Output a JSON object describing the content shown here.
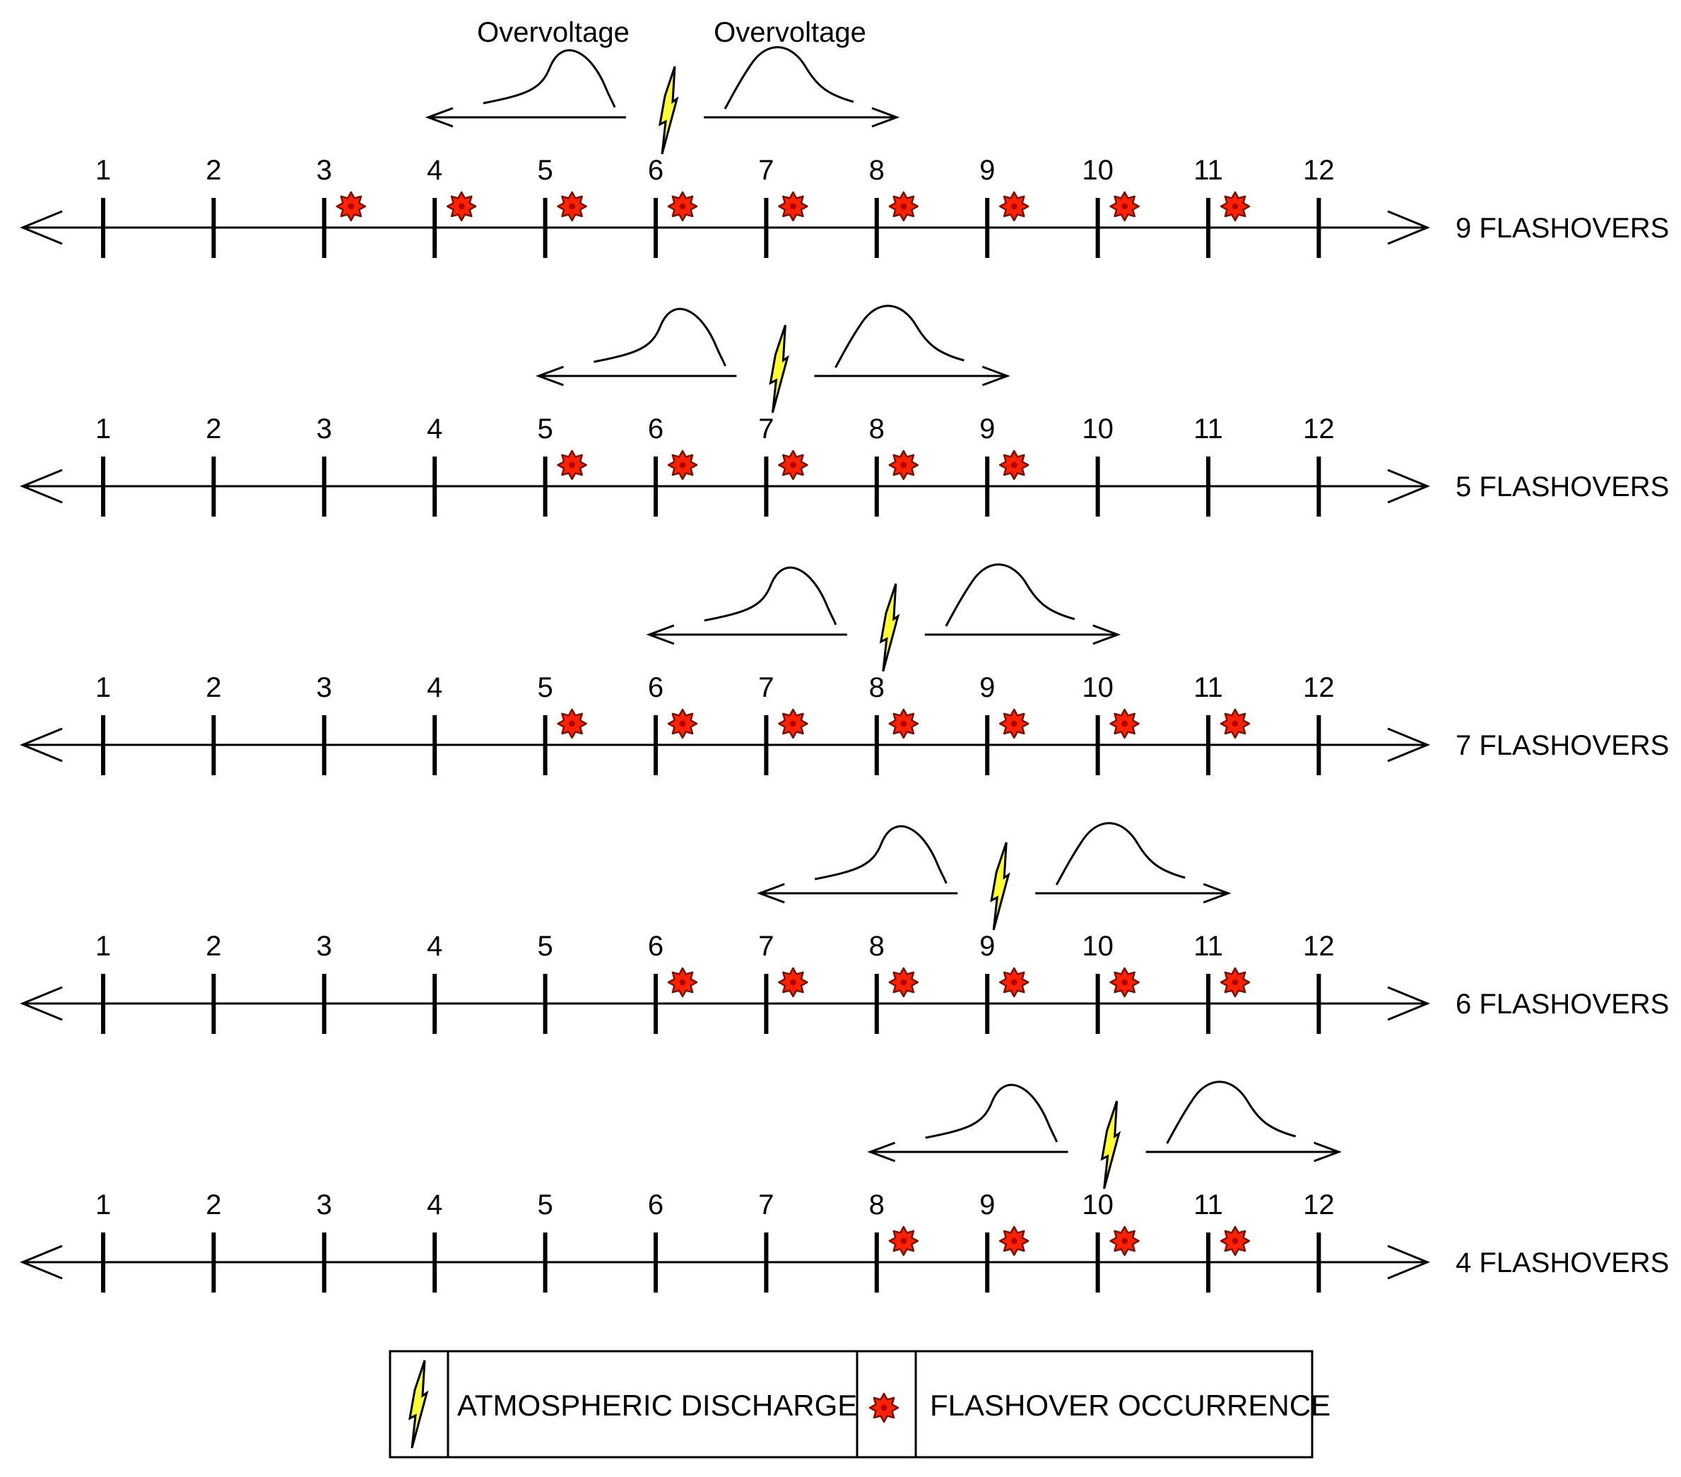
{
  "positions": [
    "1",
    "2",
    "3",
    "4",
    "5",
    "6",
    "7",
    "8",
    "9",
    "10",
    "11",
    "12"
  ],
  "overvoltage_label": "Overvoltage",
  "rows": [
    {
      "label": "9 FLASHOVERS",
      "discharge_at": 6,
      "flashovers_after": [
        3,
        4,
        5,
        6,
        7,
        8,
        9,
        10,
        11
      ]
    },
    {
      "label": "5 FLASHOVERS",
      "discharge_at": 7,
      "flashovers_after": [
        5,
        6,
        7,
        8,
        9
      ]
    },
    {
      "label": "7 FLASHOVERS",
      "discharge_at": 8,
      "flashovers_after": [
        5,
        6,
        7,
        8,
        9,
        10,
        11
      ]
    },
    {
      "label": "6 FLASHOVERS",
      "discharge_at": 9,
      "flashovers_after": [
        6,
        7,
        8,
        9,
        10,
        11
      ]
    },
    {
      "label": "4 FLASHOVERS",
      "discharge_at": 10,
      "flashovers_after": [
        8,
        9,
        10,
        11
      ]
    }
  ],
  "legend": {
    "discharge_label": "ATMOSPHERIC DISCHARGE",
    "flashover_label": "FLASHOVER OCCURRENCE"
  },
  "colors": {
    "line": "#000000",
    "lightning_fill": "#ffff33",
    "flashover_fill": "#ff2200",
    "flashover_stroke": "#7a1000"
  },
  "icons": {
    "discharge": "lightning-bolt-icon",
    "flashover": "flashover-star-icon"
  }
}
